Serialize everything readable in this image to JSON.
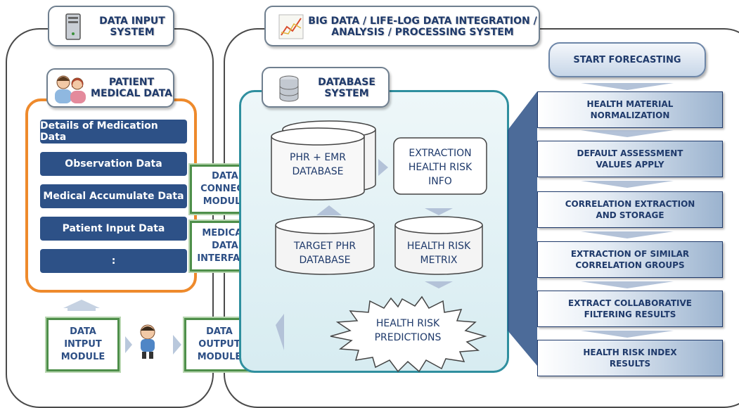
{
  "data_input_system": {
    "title_line1": "DATA INPUT",
    "title_line2": "SYSTEM"
  },
  "big_data_system": {
    "title_line1": "BIG DATA / LIFE-LOG DATA INTEGRATION /",
    "title_line2": "ANALYSIS / PROCESSING SYSTEM"
  },
  "patient_medical_data": {
    "title_line1": "PATIENT",
    "title_line2": "MEDICAL DATA",
    "rows": [
      "Details of Medication Data",
      "Observation Data",
      "Medical Accumulate Data",
      "Patient Input Data",
      ":"
    ]
  },
  "modules": {
    "data_connect": [
      "DATA",
      "CONNECT",
      "MODULE"
    ],
    "medical_data_interface": [
      "MEDICAL",
      "DATA",
      "INTERFACE"
    ],
    "data_intput": [
      "DATA",
      "INTPUT",
      "MODULE"
    ],
    "data_output": [
      "DATA",
      "OUTPUT",
      "MODULE"
    ]
  },
  "database_system": {
    "title_line1": "DATABASE",
    "title_line2": "SYSTEM",
    "phr_emr": [
      "PHR + EMR",
      "DATABASE"
    ],
    "extraction": [
      "EXTRACTION",
      "HEALTH RISK",
      "INFO"
    ],
    "target_phr": [
      "TARGET PHR",
      "DATABASE"
    ],
    "health_risk_metrix": [
      "HEALTH RISK",
      "METRIX"
    ],
    "predictions": [
      "HEALTH RISK",
      "PREDICTIONS"
    ]
  },
  "forecasting": {
    "start": "START FORECASTING",
    "steps": [
      [
        "HEALTH MATERIAL",
        "NORMALIZATION"
      ],
      [
        "DEFAULT ASSESSMENT",
        "VALUES APPLY"
      ],
      [
        "CORRELATION EXTRACTION",
        "AND STORAGE"
      ],
      [
        "EXTRACTION OF SIMILAR",
        "CORRELATION GROUPS"
      ],
      [
        "EXTRACT COLLABORATIVE",
        "FILTERING RESULTS"
      ],
      [
        "HEALTH RISK INDEX",
        "RESULTS"
      ]
    ]
  },
  "colors": {
    "navy": "#2d5187",
    "orange": "#ee8a2c",
    "green": "#4e8f4a",
    "teal": "#2f8f9f",
    "text": "#1f3a6b"
  }
}
